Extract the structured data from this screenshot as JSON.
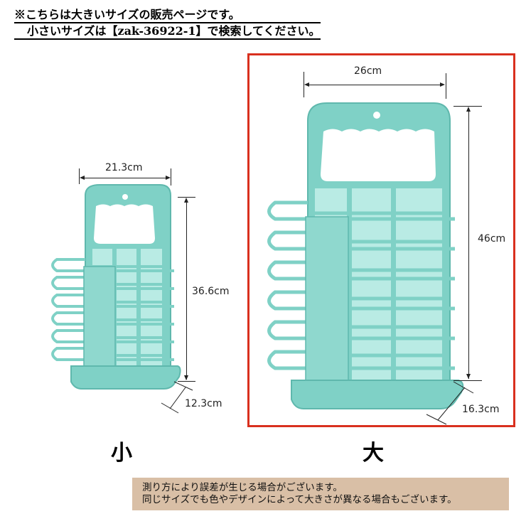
{
  "notice": {
    "line1": "※こちらは大きいサイズの販売ページです。",
    "line2": "小さいサイズは【zak-36922-1】で検索してください。"
  },
  "small_product": {
    "label": "小",
    "width": "21.3cm",
    "height": "36.6cm",
    "depth": "12.3cm"
  },
  "large_product": {
    "label": "大",
    "width": "26cm",
    "height": "46cm",
    "depth": "16.3cm",
    "highlight_color": "#d9301e"
  },
  "colors": {
    "basket": "#7fd1c6",
    "basket_dark": "#5fb8ad",
    "footnote_bg": "#d9bfa6"
  },
  "footnote": {
    "line1": "測り方により誤差が生じる場合がございます。",
    "line2": "同じサイズでも色やデザインによって大きさが異なる場合もございます。"
  }
}
